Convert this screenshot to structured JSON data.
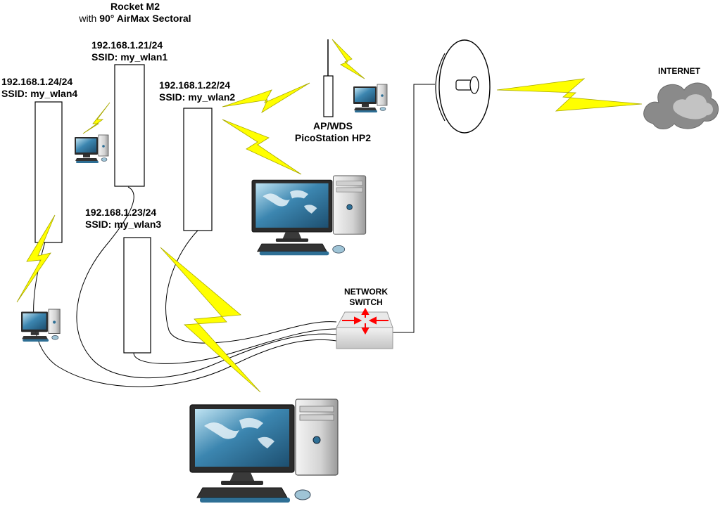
{
  "title": {
    "line1": "Rocket M2",
    "line2_prefix": "with ",
    "line2_bold": "90° AirMax Sectoral"
  },
  "sectors": [
    {
      "id": "wlan1",
      "ip": "192.168.1.21/24",
      "ssid": "SSID: my_wlan1"
    },
    {
      "id": "wlan2",
      "ip": "192.168.1.22/24",
      "ssid": "SSID: my_wlan2"
    },
    {
      "id": "wlan3",
      "ip": "192.168.1.23/24",
      "ssid": "SSID: my_wlan3"
    },
    {
      "id": "wlan4",
      "ip": "192.168.1.24/24",
      "ssid": "SSID: my_wlan4"
    }
  ],
  "ap": {
    "line1": "AP/WDS",
    "line2": "PicoStation HP2"
  },
  "switch": {
    "line1": "NETWORK",
    "line2": "SWITCH"
  },
  "internet": {
    "label": "INTERNET"
  },
  "colors": {
    "lightning": "#ffff00",
    "lightning_stroke": "#b8b800",
    "switch_arrows": "#ff0000",
    "cloud": "#8a8a8a",
    "monitor_screen": "#2e6f95",
    "cable": "#000000"
  }
}
